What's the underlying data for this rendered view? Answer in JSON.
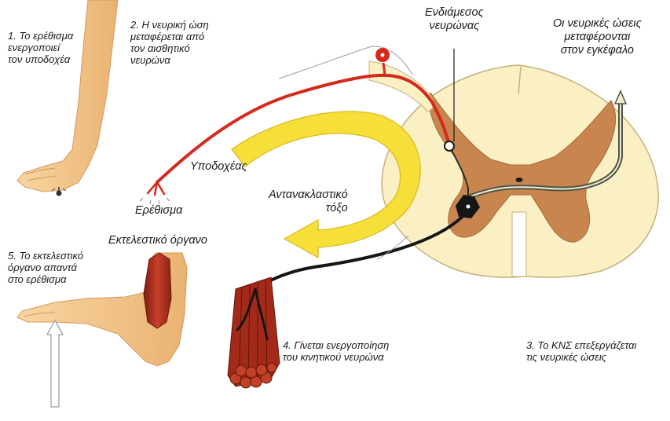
{
  "labels": {
    "step1": "1. Το ερέθισμα\nενεργοποιεί\nτον υποδοχέα",
    "step2": "2. Η νευρική ώση\nμεταφέρεται από\nτον αισθητικό\nνευρώνα",
    "interneuron": "Ενδιάμεσος\nνευρώνας",
    "to_brain": "Οι νευρικές ώσεις\nμεταφέρονται\nστον εγκέφαλο",
    "receptor": "Υποδοχέας",
    "stimulus": "Ερέθισμα",
    "reflex_arc": "Αντανακλαστικό\nτόξο",
    "step5": "5. Το εκτελεστικό\nόργανο απαντά\nστο ερέθισμα",
    "effector": "Εκτελεστικό όργανο",
    "step4": "4. Γίνεται ενεργοποίηση\nτου κινητικού νευρώνα",
    "step3": "3. Το ΚΝΣ επεξεργάζεται\nτις νευρικές ώσεις"
  },
  "colors": {
    "sensory_neuron": "#d42a1c",
    "motor_neuron": "#161616",
    "reflex_arrow": "#f7df3a",
    "spinal_white_matter": "#fbf0c4",
    "spinal_grey_matter": "#c8864e",
    "skin": "#f5c98e",
    "muscle": "#b8321f"
  }
}
